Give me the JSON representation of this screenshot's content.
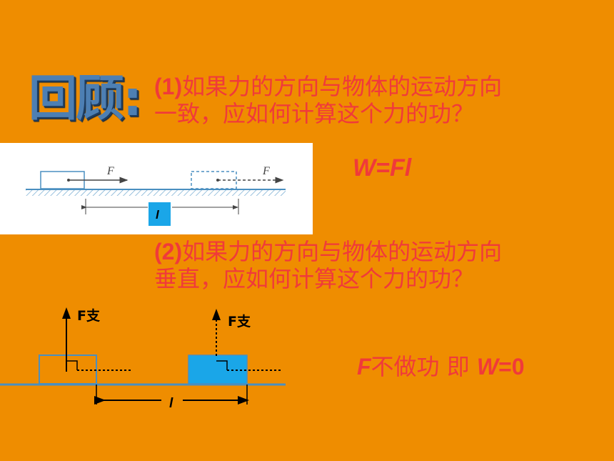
{
  "title": "回顾:",
  "question1": {
    "number": "(1)",
    "line1": "如果力的方向与物体的运动方向",
    "line2": "一致，应如何计算这个力的功？"
  },
  "formula1": "W=Fl",
  "question2": {
    "number": "(2)",
    "line1": "如果力的方向与物体的运动方向",
    "line2": "垂直，应如何计算这个力的功？"
  },
  "answer2": {
    "f": "F",
    "text1": "不做功 即 ",
    "w": "W",
    "eq": "=0"
  },
  "diagram1": {
    "force_label_left": "F",
    "force_label_right": "F",
    "distance_label": "l"
  },
  "diagram2": {
    "force_label_left": "F支",
    "force_label_right": "F支",
    "distance_label": "l"
  },
  "colors": {
    "background": "#ef8d00",
    "text_red": "#f03a3a",
    "title_blue": "#4d7fb3",
    "block_blue": "#1aa6e8"
  }
}
